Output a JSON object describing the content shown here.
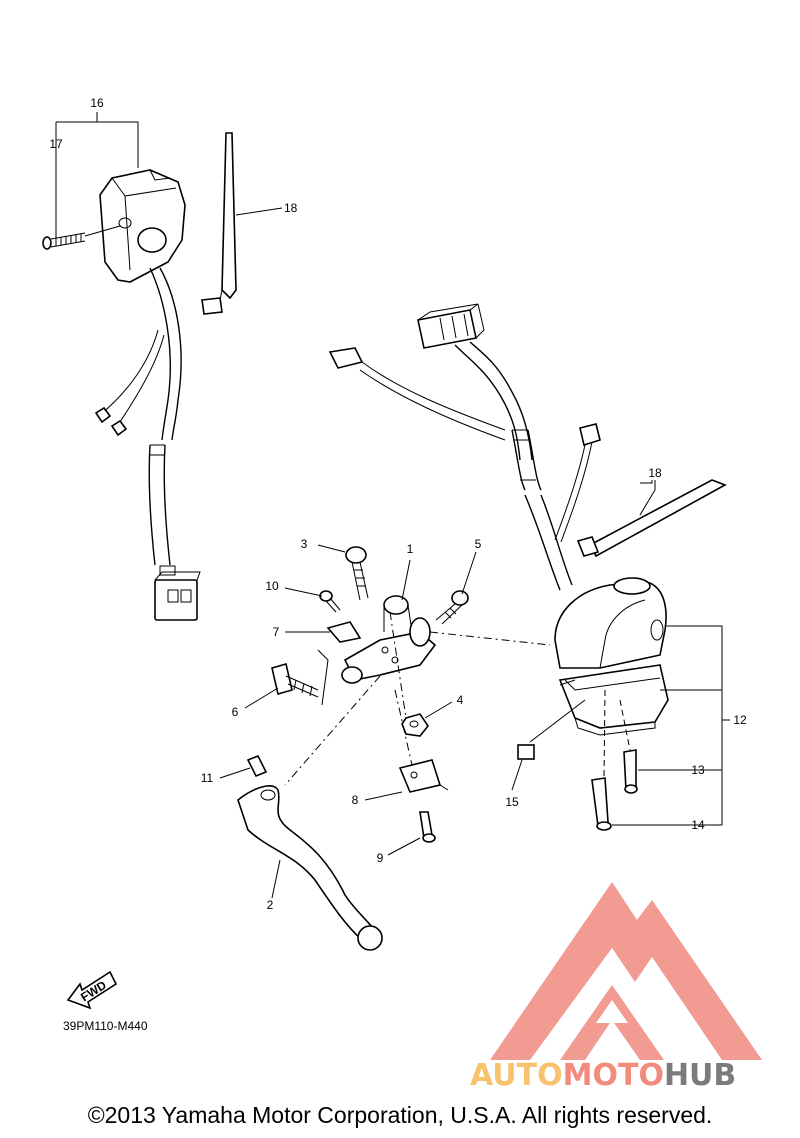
{
  "diagram": {
    "part_labels": {
      "p1": "1",
      "p2": "2",
      "p3": "3",
      "p4": "4",
      "p5": "5",
      "p6": "6",
      "p7": "7",
      "p8": "8",
      "p9": "9",
      "p10": "10",
      "p11": "11",
      "p12": "12",
      "p13": "13",
      "p14": "14",
      "p15": "15",
      "p16": "16",
      "p17": "17",
      "p18a": "18",
      "p18b": "18"
    },
    "fwd_label": "FWD",
    "diagram_code": "39PM110-M440"
  },
  "watermark": {
    "brand_part1": "AUTO",
    "brand_part2": "MOTO",
    "brand_part3": "HUB",
    "colors": {
      "logo": "#f08a80",
      "auto": "#f6c26b",
      "moto": "#f28b7c",
      "hub": "#7b7b7b"
    }
  },
  "footer": {
    "copyright": "©2013 Yamaha Motor Corporation, U.S.A. All rights reserved."
  }
}
